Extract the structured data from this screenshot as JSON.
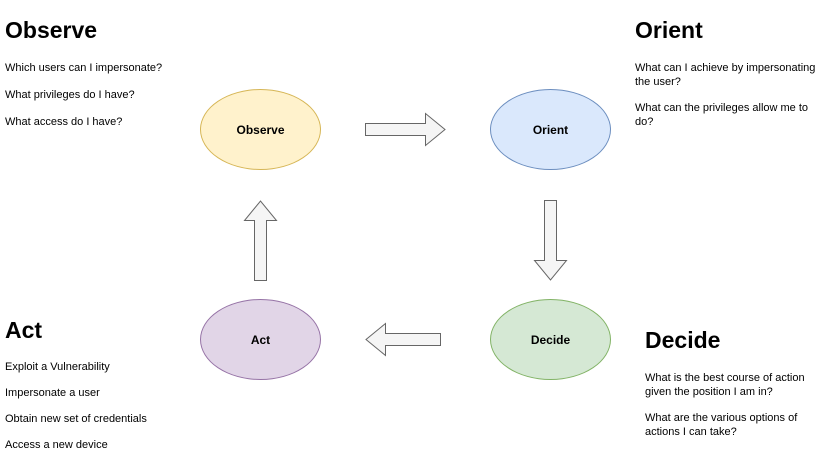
{
  "sections": {
    "observe": {
      "heading": "Observe",
      "questions": [
        "Which users can I impersonate?",
        "What privileges do I have?",
        "What access do I have?"
      ]
    },
    "orient": {
      "heading": "Orient",
      "questions": [
        "What can I achieve by impersonating the user?",
        "What can the privileges allow me to do?"
      ]
    },
    "act": {
      "heading": "Act",
      "questions": [
        "Exploit a Vulnerability",
        "Impersonate a user",
        "Obtain new set of credentials",
        "Access a new device"
      ]
    },
    "decide": {
      "heading": "Decide",
      "questions": [
        "What is the best course of action given the position I am in?",
        "What are the various options of actions I can take?"
      ]
    }
  },
  "nodes": {
    "observe": {
      "label": "Observe",
      "fill": "#fff2cc",
      "stroke": "#d6b656"
    },
    "orient": {
      "label": "Orient",
      "fill": "#dae8fc",
      "stroke": "#6c8ebf"
    },
    "decide": {
      "label": "Decide",
      "fill": "#d5e8d4",
      "stroke": "#82b366"
    },
    "act": {
      "label": "Act",
      "fill": "#e1d5e7",
      "stroke": "#9673a6"
    }
  },
  "arrow_colors": {
    "fill": "#f5f5f5",
    "stroke": "#666666"
  }
}
